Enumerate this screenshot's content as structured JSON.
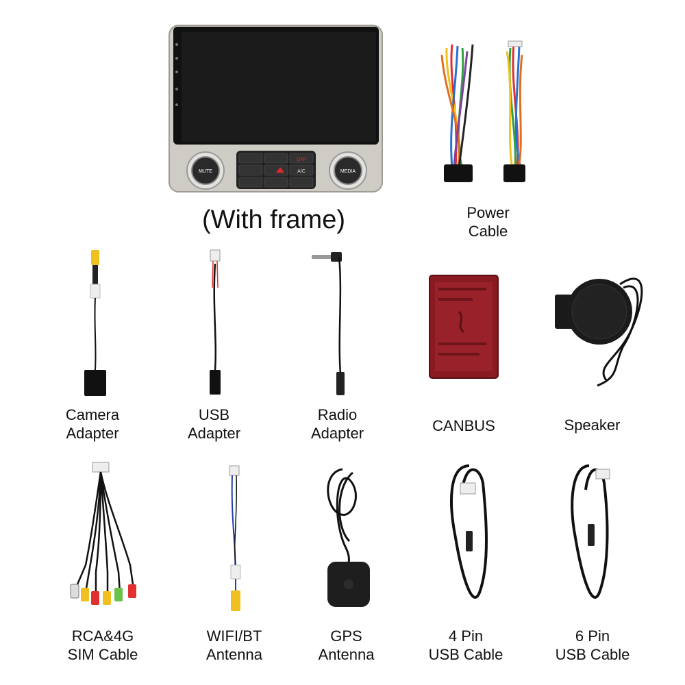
{
  "head_unit": {
    "caption": "(With frame)",
    "mute_label": "MUTE",
    "media_label": "MEDIA",
    "off_label": "OFF",
    "ac_label": "A/C"
  },
  "items": {
    "power_cable": {
      "line1": "Power",
      "line2": "Cable"
    },
    "camera_adapter": {
      "line1": "Camera",
      "line2": "Adapter"
    },
    "usb_adapter": {
      "line1": "USB",
      "line2": "Adapter"
    },
    "radio_adapter": {
      "line1": "Radio",
      "line2": "Adapter"
    },
    "canbus": {
      "line1": "CANBUS"
    },
    "speaker": {
      "line1": "Speaker"
    },
    "rca_sim": {
      "line1": "RCA&4G",
      "line2": "SIM Cable"
    },
    "wifi_bt": {
      "line1": "WIFI/BT",
      "line2": "Antenna"
    },
    "gps": {
      "line1": "GPS",
      "line2": "Antenna"
    },
    "usb4": {
      "line1": "4 Pin",
      "line2": "USB Cable"
    },
    "usb6": {
      "line1": "6 Pin",
      "line2": "USB Cable"
    }
  },
  "colors": {
    "frame": "#c9c6c0",
    "screen": "#1a1a1a",
    "canbus": "#8a1a22",
    "cable": "#111111"
  }
}
